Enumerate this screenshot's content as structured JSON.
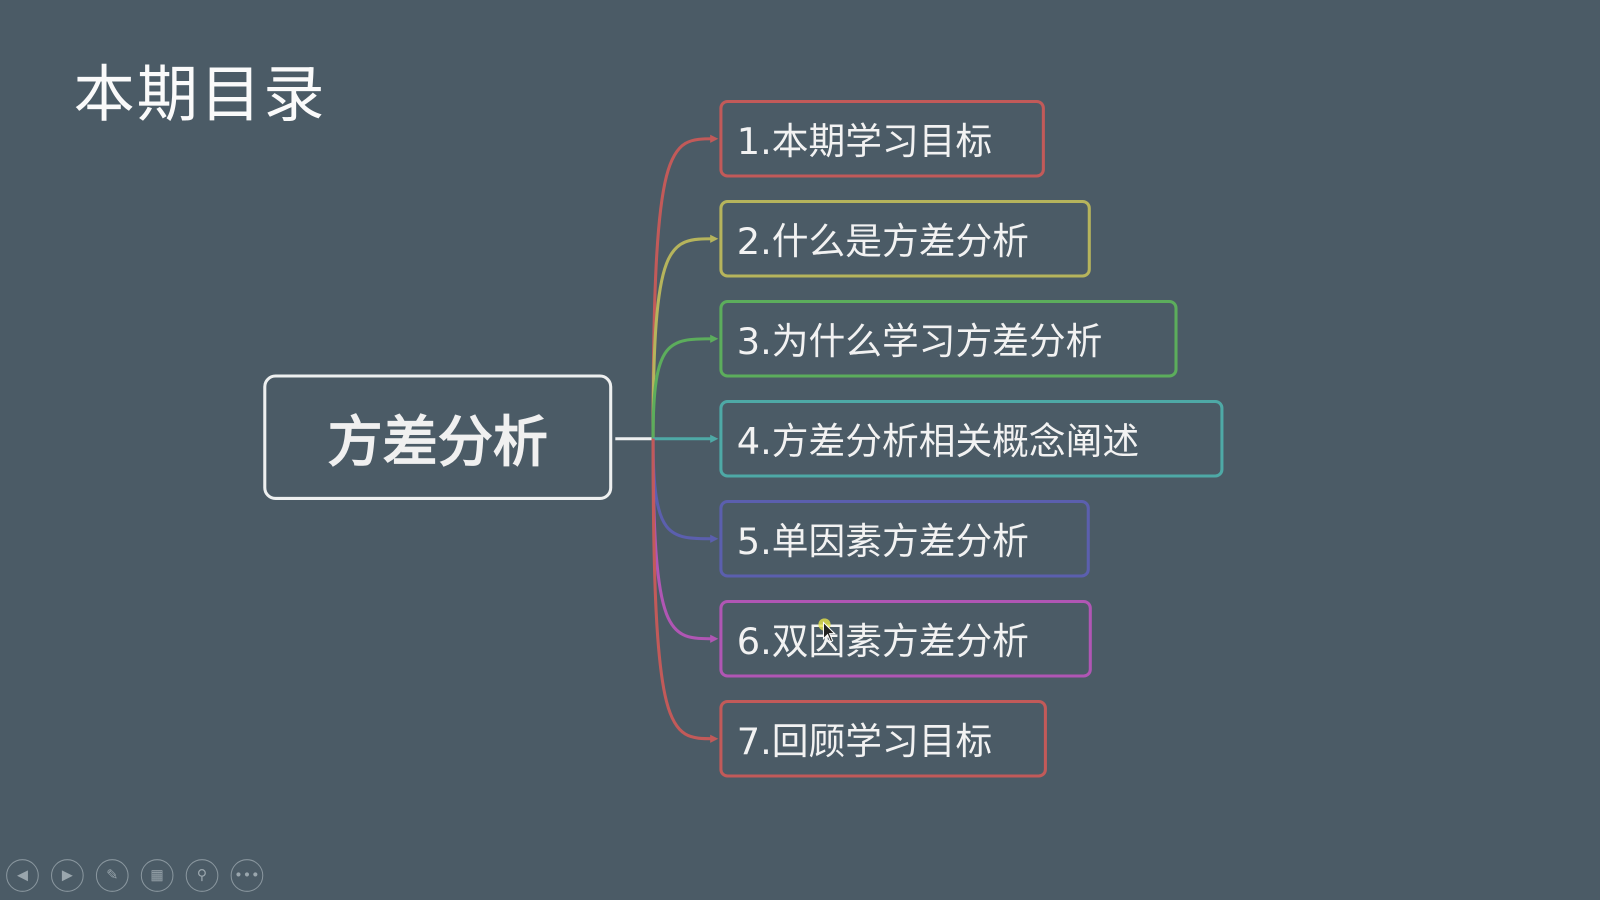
{
  "slide": {
    "title": "本期目录",
    "center_topic": "方差分析",
    "branches": [
      {
        "label": "1.本期学习目标",
        "color": "#c25a59"
      },
      {
        "label": "2.什么是方差分析",
        "color": "#b6b45c"
      },
      {
        "label": "3.为什么学习方差分析",
        "color": "#5cad5c"
      },
      {
        "label": "4.方差分析相关概念阐述",
        "color": "#4ea9a6"
      },
      {
        "label": "5.单因素方差分析",
        "color": "#5b5fae"
      },
      {
        "label": "6.双因素方差分析",
        "color": "#b056b4"
      },
      {
        "label": "7.回顾学习目标",
        "color": "#c25a59"
      }
    ]
  },
  "toolbar": {
    "icons": [
      "previous-icon",
      "next-icon",
      "pen-icon",
      "slides-icon",
      "zoom-icon",
      "more-icon"
    ]
  }
}
